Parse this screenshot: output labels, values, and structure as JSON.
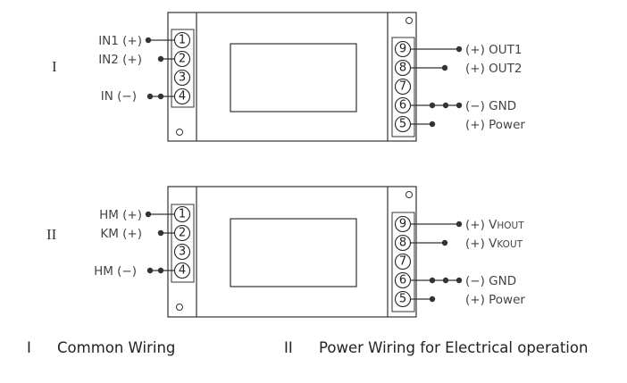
{
  "diagrams": [
    {
      "numeral": "I",
      "left_labels": [
        "IN1 (+)",
        "IN2 (+)",
        "IN (−)"
      ],
      "right_labels": [
        "(+) OUT1",
        "(+) OUT2",
        "(−) GND",
        "(+) Power"
      ],
      "left_terminals": [
        "1",
        "2",
        "3",
        "4"
      ],
      "right_terminals": [
        "9",
        "8",
        "7",
        "6",
        "5"
      ]
    },
    {
      "numeral": "II",
      "left_labels": [
        "HM (+)",
        "KM (+)",
        "HM (−)"
      ],
      "right_labels": [
        "(+) V",
        "HOUT",
        "(+) V",
        "KOUT",
        "(−) GND",
        "(+) Power"
      ],
      "left_terminals": [
        "1",
        "2",
        "3",
        "4"
      ],
      "right_terminals": [
        "9",
        "8",
        "7",
        "6",
        "5"
      ]
    }
  ],
  "captions": [
    {
      "numeral": "I",
      "text": "Common Wiring"
    },
    {
      "numeral": "II",
      "text": "Power Wiring for Electrical operation"
    }
  ]
}
